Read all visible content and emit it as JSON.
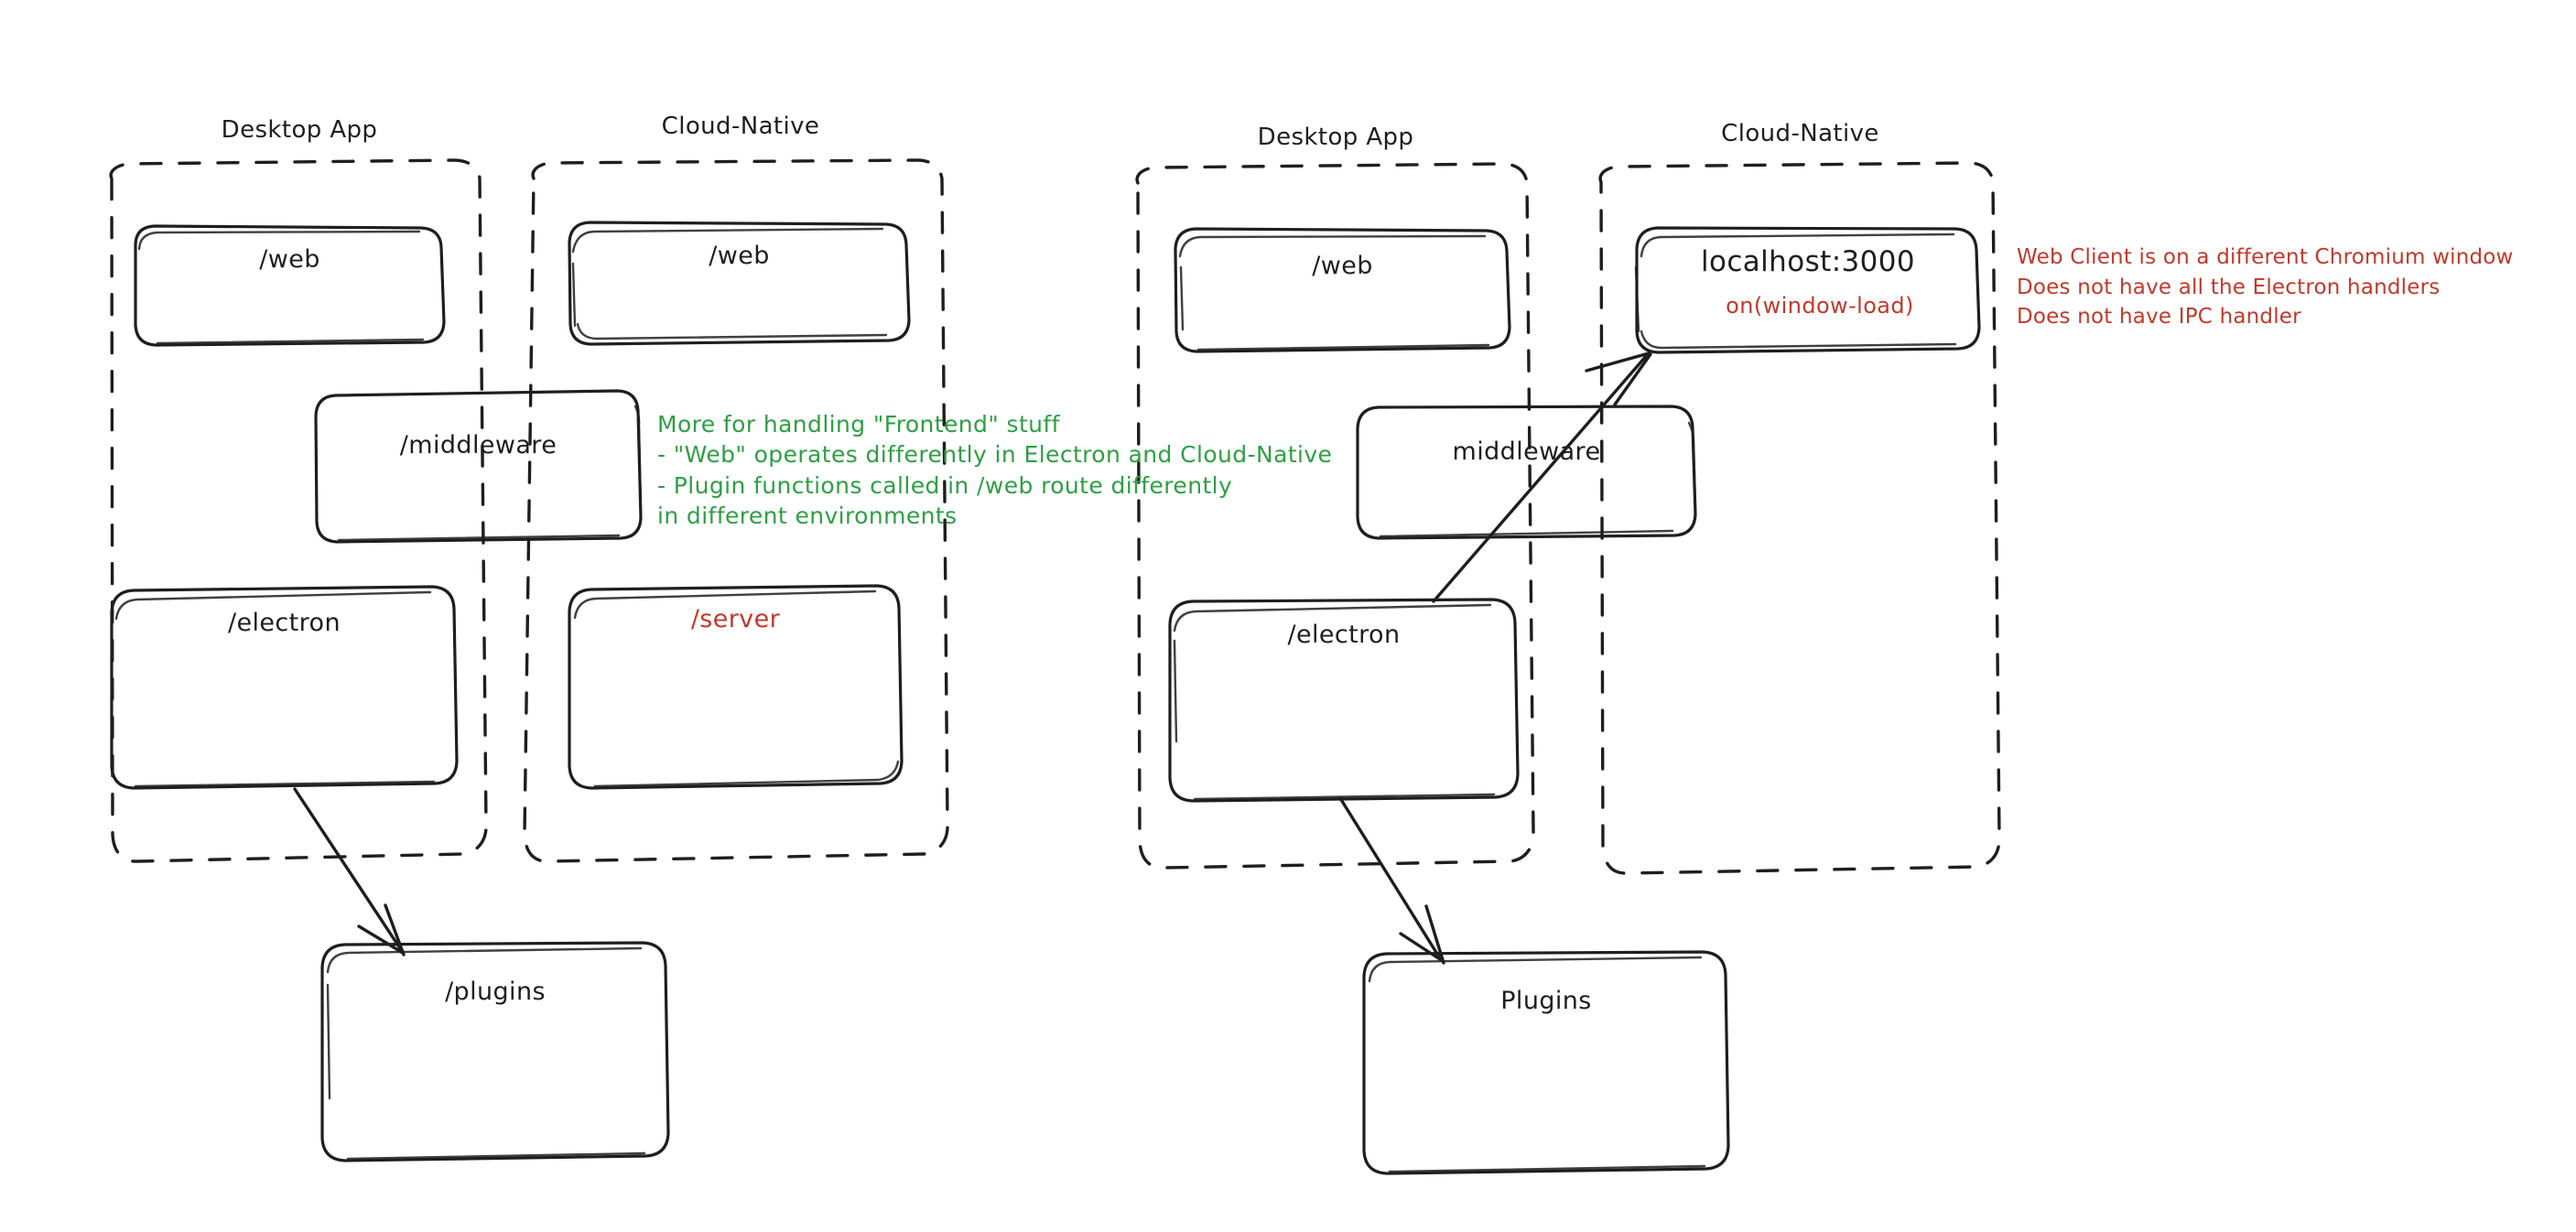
{
  "diagram": {
    "title": "Desktop App vs Cloud-Native architecture sketch",
    "style": "hand-drawn",
    "colors": {
      "stroke": "#1e1e1e",
      "red": "#c0392b",
      "green": "#2f9e44",
      "background": "#ffffff"
    }
  },
  "left_diagram": {
    "groups": [
      {
        "id": "left-desktop",
        "label": "Desktop App"
      },
      {
        "id": "left-cloud",
        "label": "Cloud-Native"
      }
    ],
    "boxes": [
      {
        "id": "left-desktop-web",
        "label": "/web",
        "color": "stroke"
      },
      {
        "id": "left-cloud-web",
        "label": "/web",
        "color": "stroke"
      },
      {
        "id": "left-middleware",
        "label": "/middleware",
        "color": "stroke"
      },
      {
        "id": "left-electron",
        "label": "/electron",
        "color": "stroke"
      },
      {
        "id": "left-server",
        "label": "/server",
        "color": "red"
      },
      {
        "id": "left-plugins",
        "label": "/plugins",
        "color": "stroke"
      }
    ],
    "arrows": [
      {
        "id": "left-electron-to-plugins",
        "from": "/electron",
        "to": "/plugins"
      }
    ]
  },
  "right_diagram": {
    "groups": [
      {
        "id": "right-desktop",
        "label": "Desktop App"
      },
      {
        "id": "right-cloud",
        "label": "Cloud-Native"
      }
    ],
    "boxes": [
      {
        "id": "right-desktop-web",
        "label": "/web",
        "color": "stroke"
      },
      {
        "id": "right-localhost",
        "label": "localhost:3000",
        "sublabel": "on(window-load)",
        "color": "stroke",
        "sublabel_color": "red"
      },
      {
        "id": "right-middleware",
        "label": "middleware",
        "color": "stroke"
      },
      {
        "id": "right-electron",
        "label": "/electron",
        "color": "stroke"
      },
      {
        "id": "right-plugins",
        "label": "Plugins",
        "color": "stroke"
      }
    ],
    "arrows": [
      {
        "id": "right-electron-to-localhost",
        "from": "/electron",
        "to": "localhost:3000"
      },
      {
        "id": "right-electron-to-plugins",
        "from": "/electron",
        "to": "Plugins"
      }
    ]
  },
  "annotations": {
    "green_note": {
      "color": "#2f9e44",
      "lines": [
        "More for handling \"Frontend\" stuff",
        "- \"Web\" operates differently in Electron and Cloud-Native",
        "- Plugin functions called in /web route differently",
        "in different environments"
      ]
    },
    "red_note": {
      "color": "#c0392b",
      "lines": [
        "Web Client is on a different Chromium window",
        "Does not have all the Electron handlers",
        "Does not have IPC handler"
      ]
    }
  }
}
